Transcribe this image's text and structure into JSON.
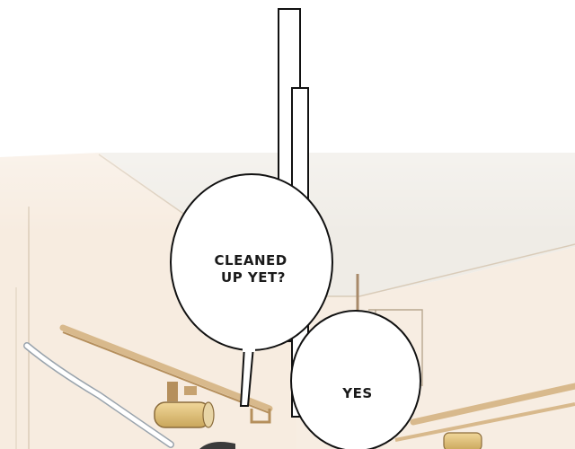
{
  "speech_bubbles": [
    {
      "lines": [
        "CLEANED",
        "UP YET?"
      ]
    },
    {
      "lines": [
        "YES"
      ]
    }
  ],
  "colors": {
    "wall": "#f6ebdf",
    "ceiling": "#eeebe4",
    "rail": "#d8b98c",
    "lamp": "#d9b871",
    "ink": "#111111",
    "bubble_fill": "#ffffff"
  }
}
